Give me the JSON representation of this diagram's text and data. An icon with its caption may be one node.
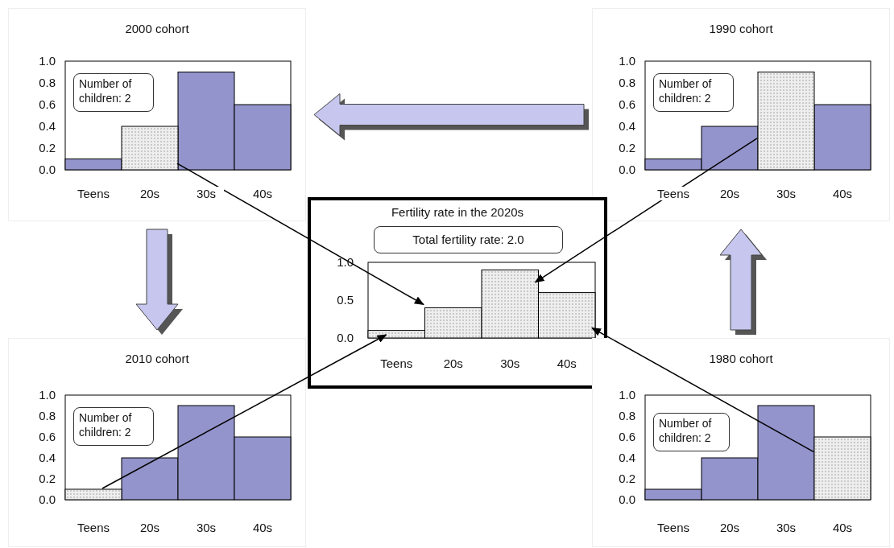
{
  "diagram": {
    "nodes": [
      {
        "text": [
          "2000 cohort"
        ]
      },
      {
        "text": [
          "Number of children: 2"
        ],
        "in": 0
      },
      {
        "text": [],
        "shape": "bar",
        "in": 0
      },
      {
        "text": [
          "1990 cohort"
        ]
      },
      {
        "text": [
          "Number of children: 2"
        ],
        "in": 3
      },
      {
        "text": [],
        "shape": "bar",
        "in": 3
      },
      {
        "text": [
          "Fertility rate in the 2020s"
        ]
      },
      {
        "text": [
          "Total fertility rate: 2.0"
        ],
        "in": 6
      },
      {
        "text": [],
        "shape": "bar",
        "in": 6
      },
      {
        "text": [],
        "shape": "bar",
        "in": 6
      },
      {
        "text": [],
        "shape": "bar",
        "in": 6
      },
      {
        "text": [],
        "shape": "bar",
        "in": 6
      },
      {
        "text": [
          "2010 cohort"
        ]
      },
      {
        "text": [
          "Number of children: 2"
        ],
        "in": 12
      },
      {
        "text": [],
        "shape": "bar",
        "in": 12
      },
      {
        "text": [
          "1980 cohort"
        ]
      },
      {
        "text": [
          "Number of children: 2"
        ],
        "in": 15
      },
      {
        "text": [],
        "shape": "bar",
        "in": 15
      }
    ],
    "edges": [
      {
        "from": 3,
        "to": 0,
        "arrow": "to",
        "style": "thick"
      },
      {
        "from": 0,
        "to": 12,
        "arrow": "to",
        "style": "thick"
      },
      {
        "from": 15,
        "to": 3,
        "arrow": "to",
        "style": "thick"
      },
      {
        "from": 2,
        "to": 9,
        "arrow": "to"
      },
      {
        "from": 5,
        "to": 10,
        "arrow": "to"
      },
      {
        "from": 14,
        "to": 8,
        "arrow": "to"
      },
      {
        "from": 17,
        "to": 11,
        "arrow": "to"
      }
    ],
    "labels": [
      "1.0",
      "0.8",
      "0.6",
      "0.4",
      "0.2",
      "0.0",
      "Teens",
      "20s",
      "30s",
      "40s",
      "1.0",
      "0.8",
      "0.6",
      "0.4",
      "0.2",
      "0.0",
      "Teens",
      "20s",
      "30s",
      "40s",
      "1.0",
      "0.8",
      "0.6",
      "0.4",
      "0.2",
      "0.0",
      "Teens",
      "20s",
      "30s",
      "40s",
      "1.0",
      "0.8",
      "0.6",
      "0.4",
      "0.2",
      "0.0",
      "Teens",
      "20s",
      "30s",
      "40s"
    ],
    "chart_data": {
      "type": "bar",
      "categories": [
        "Teens",
        "20s",
        "30s",
        "40s"
      ],
      "values": [
        0.1,
        0.4,
        0.9,
        0.6
      ],
      "ylim": [
        0,
        1
      ],
      "yticks": [
        {
          "value": 0,
          "label": "0.0"
        },
        {
          "value": 0.5,
          "label": "0.5"
        },
        {
          "value": 1,
          "label": "1.0"
        }
      ]
    }
  }
}
